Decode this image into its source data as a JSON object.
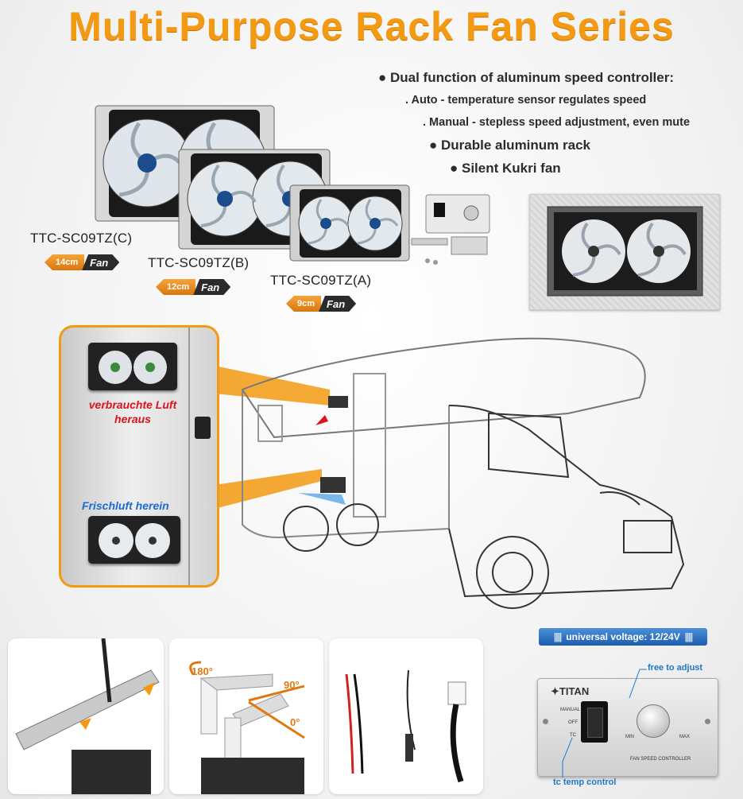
{
  "title": "Multi-Purpose Rack Fan Series",
  "features": [
    "● Dual function of aluminum speed controller:",
    ". Auto - temperature sensor regulates speed",
    ". Manual - stepless speed adjustment, even mute",
    "● Durable aluminum rack",
    "● Silent Kukri fan"
  ],
  "models": [
    {
      "name": "TTC-SC09TZ(C)",
      "size": "14cm",
      "badge": "Fan"
    },
    {
      "name": "TTC-SC09TZ(B)",
      "size": "12cm",
      "badge": "Fan"
    },
    {
      "name": "TTC-SC09TZ(A)",
      "size": "9cm",
      "badge": "Fan"
    }
  ],
  "callout": {
    "exhaust": "verbrauchte Luft heraus",
    "intake": "Frischluft herein"
  },
  "accessories": {
    "angles": [
      "180°",
      "90°",
      "0°"
    ]
  },
  "controller": {
    "voltage": "universal voltage: 12/24V",
    "brand": "TITAN",
    "label_adjust": "free to adjust",
    "label_tc": "tc temp control",
    "mode_manual": "MANUAL",
    "mode_off": "OFF",
    "mode_tc": "TC",
    "min": "MIN",
    "max": "MAX",
    "panel_name": "FAN SPEED CONTROLLER"
  },
  "colors": {
    "accent": "#f39a12",
    "red_text": "#d8141c",
    "blue_text": "#1d6bd0",
    "voltage_bar": "#1e5cae"
  }
}
